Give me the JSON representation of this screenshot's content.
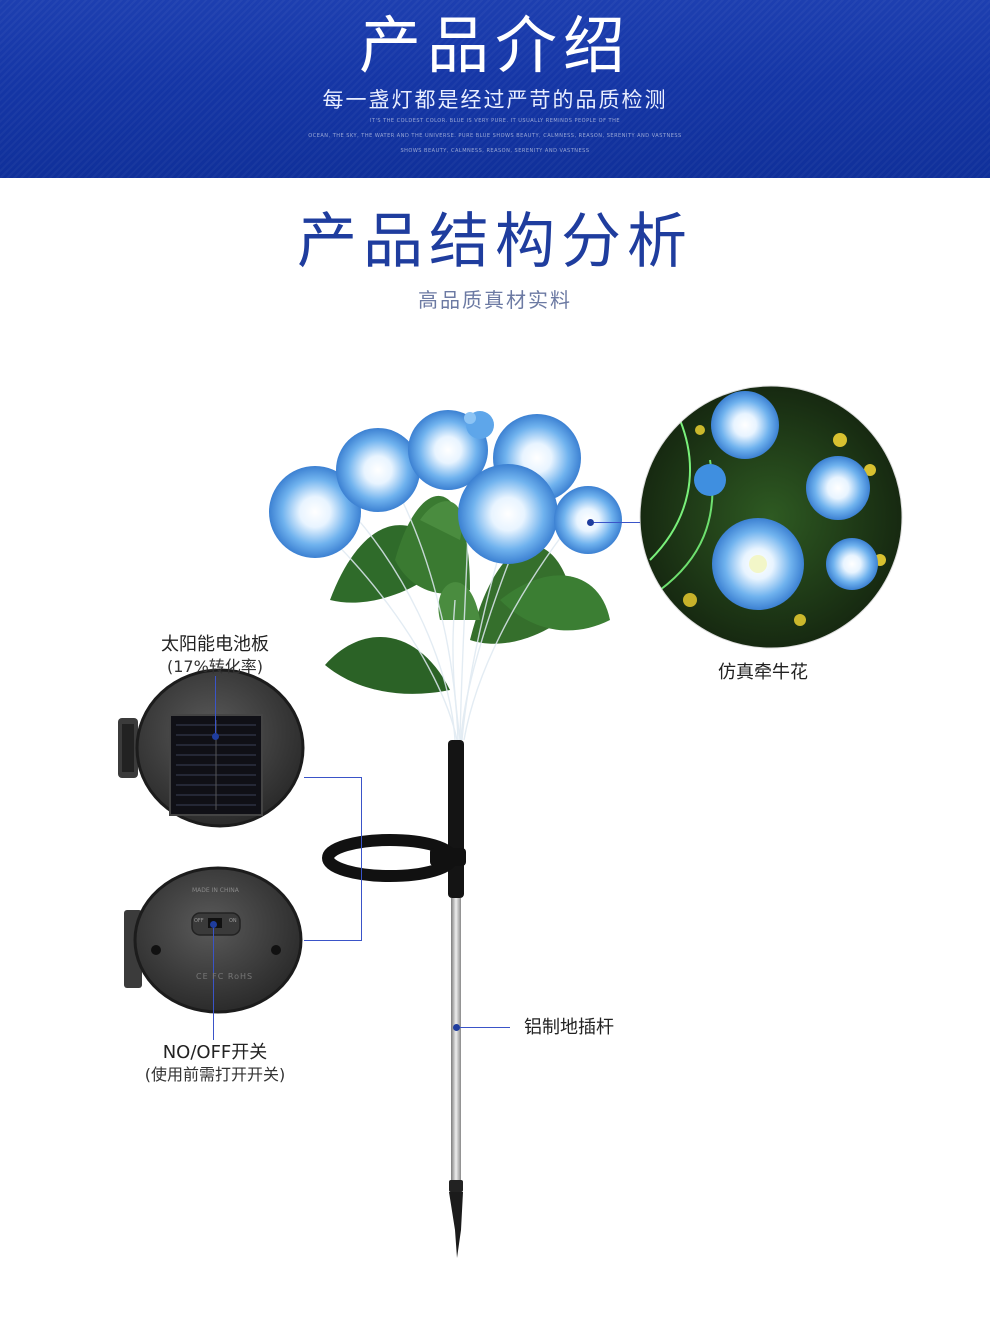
{
  "banner": {
    "title": "产品介绍",
    "subtitle": "每一盏灯都是经过严苛的品质检测",
    "tiny_line_1": "IT'S THE COLDEST COLOR. BLUE IS VERY PURE. IT USUALLY REMINDS PEOPLE OF THE",
    "tiny_line_2": "OCEAN, THE SKY, THE WATER AND THE UNIVERSE. PURE BLUE SHOWS BEAUTY, CALMNESS, REASON, SERENITY AND VASTNESS",
    "tiny_line_3": "SHOWS BEAUTY, CALMNESS, REASON, SERENITY AND VASTNESS"
  },
  "section": {
    "title": "产品结构分析",
    "subtitle": "高品质真材实料"
  },
  "callouts": {
    "solar_panel": "太阳能电池板",
    "solar_panel_note": "(17%转化率)",
    "flower": "仿真牵牛花",
    "switch": "NO/OFF开关",
    "switch_note": "(使用前需打开开关)",
    "stake": "铝制地插杆"
  },
  "product_markings": {
    "made_in": "MADE IN CHINA",
    "switch_off": "OFF",
    "switch_on": "ON",
    "cert": "CE FC RoHS"
  },
  "colors": {
    "banner_blue": "#1536a6",
    "title_blue": "#1f3d9e",
    "flower_blue": "#3f8fe0",
    "leaf_green": "#2f6b2a",
    "callout_line": "#3a54c8"
  }
}
